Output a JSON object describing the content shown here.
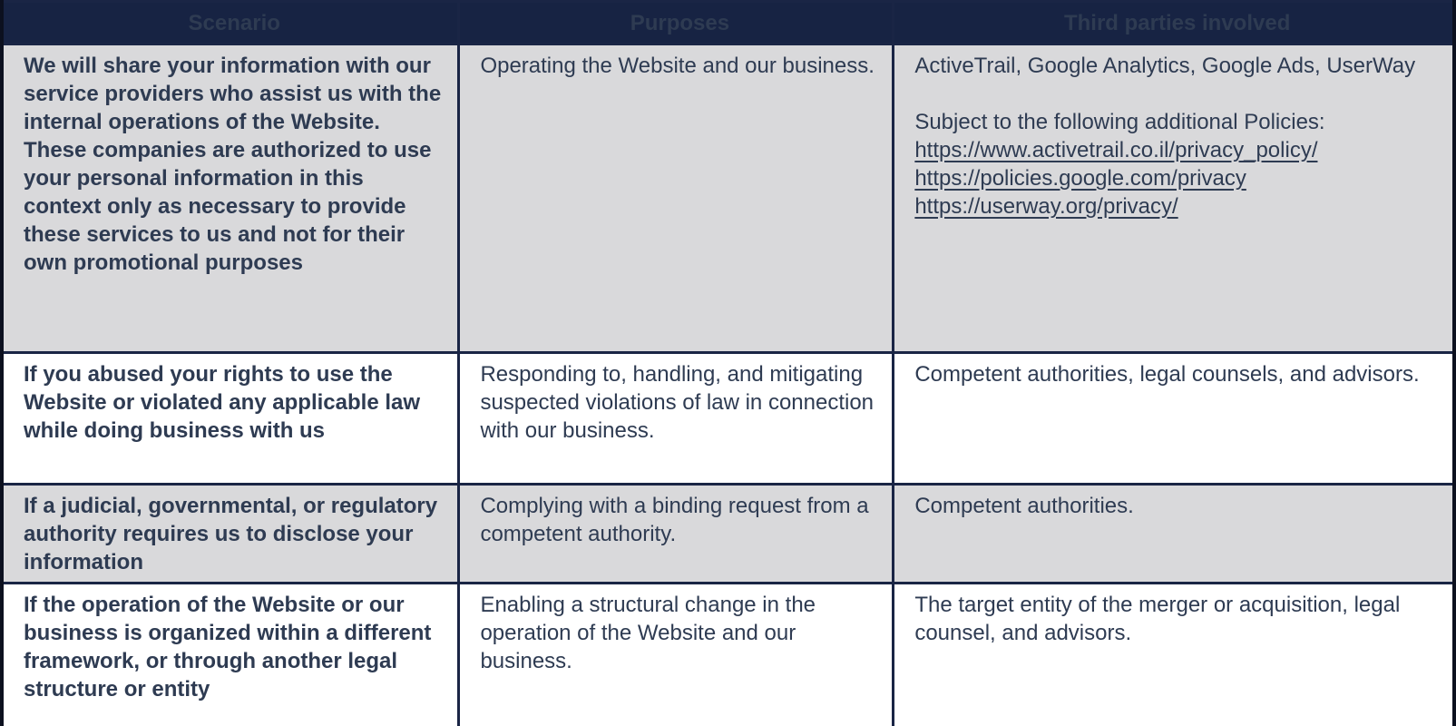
{
  "document": {
    "kind": "privacy-policy-data-sharing-table"
  },
  "colors": {
    "header_bg": "#172343",
    "header_text": "#ffffff",
    "row_shaded": "#d9d9db",
    "row_plain": "#ffffff",
    "grid_border": "#1a2545",
    "outer_border": "#0c101f",
    "body_text": "#2e3b52"
  },
  "table": {
    "columns": [
      "Scenario",
      "Purposes",
      "Third parties involved"
    ],
    "rows": [
      {
        "scenario": "We will share your information with our service providers who assist us with the internal operations of the Website. These companies are authorized to use your personal information in this context only as necessary to provide these services to us and not for their own promotional purposes",
        "purposes": "Operating the Website and our business.",
        "third_parties": "ActiveTrail, Google Analytics, Google Ads, UserWay",
        "policies_note": "Subject to the following additional Policies:",
        "policy_links": [
          "https://www.activetrail.co.il/privacy_policy/",
          "https://policies.google.com/privacy",
          "https://userway.org/privacy/"
        ]
      },
      {
        "scenario": "If you abused your rights to use the Website or violated any applicable law while doing business with us",
        "purposes": "Responding to, handling, and mitigating suspected violations of law in connection with our business.",
        "third_parties": "Competent authorities, legal counsels, and advisors."
      },
      {
        "scenario": "If a judicial, governmental, or regulatory authority requires us to disclose your information",
        "purposes": "Complying with a binding request from a competent authority.",
        "third_parties": "Competent authorities."
      },
      {
        "scenario": "If the operation of the Website or our business is organized within a different framework, or through another legal structure or entity",
        "purposes": "Enabling a structural change in the operation of the Website and our business.",
        "third_parties": "The target entity of the merger or acquisition, legal counsel, and advisors."
      }
    ]
  }
}
